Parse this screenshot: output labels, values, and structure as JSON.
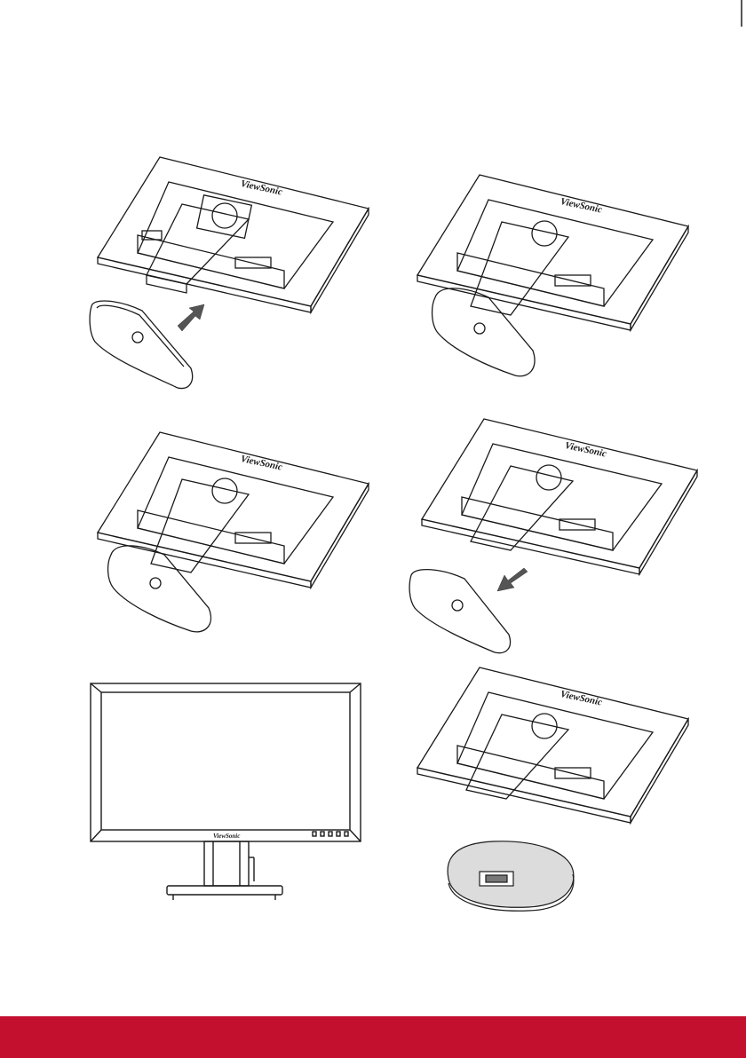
{
  "document": {
    "brand_mark": "ViewSonic",
    "illustrations": [
      {
        "step": "attach-base",
        "icon": "arrow-up-right-icon"
      },
      {
        "step": "base-attached",
        "icon": ""
      },
      {
        "step": "base-attached-rotated",
        "icon": ""
      },
      {
        "step": "detach-base",
        "icon": "arrow-down-left-icon"
      },
      {
        "step": "monitor-front",
        "icon": ""
      },
      {
        "step": "cable-cover",
        "icon": ""
      }
    ]
  },
  "colors": {
    "footer_bar": "#c3102f",
    "line_art": "#1a1a1a",
    "arrow_fill": "#555555",
    "paper": "#ffffff"
  }
}
